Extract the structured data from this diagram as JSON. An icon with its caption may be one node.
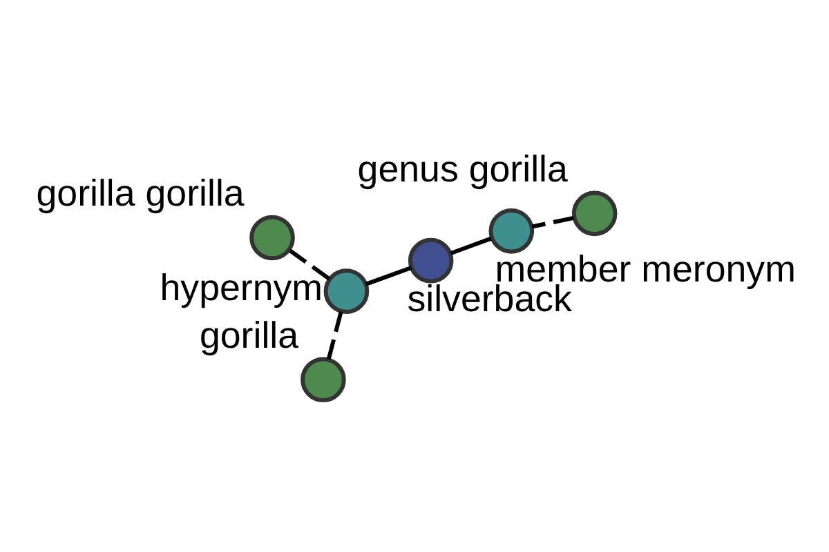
{
  "diagram": {
    "nodes": [
      {
        "text": [],
        "shape": "circle",
        "beside": [
          "genus gorilla"
        ]
      },
      {
        "text": [],
        "shape": "circle",
        "beside": [
          "member meronym"
        ]
      },
      {
        "text": [],
        "shape": "circle",
        "beside": [
          "gorilla"
        ]
      },
      {
        "text": [],
        "shape": "circle",
        "beside": [
          "silverback"
        ]
      },
      {
        "text": [],
        "shape": "circle",
        "beside": [
          "hypernym"
        ]
      },
      {
        "text": [],
        "shape": "circle",
        "beside": [
          "gorilla gorilla"
        ]
      }
    ],
    "edges": [
      {
        "from": 0,
        "to": 1,
        "arrow": "none",
        "style": "dashed"
      },
      {
        "from": 1,
        "to": 3,
        "arrow": "none"
      },
      {
        "from": 3,
        "to": 4,
        "arrow": "none"
      },
      {
        "from": 4,
        "to": 2,
        "arrow": "none",
        "style": "dashed"
      },
      {
        "from": 4,
        "to": 5,
        "arrow": "none",
        "style": "dashed"
      }
    ]
  }
}
